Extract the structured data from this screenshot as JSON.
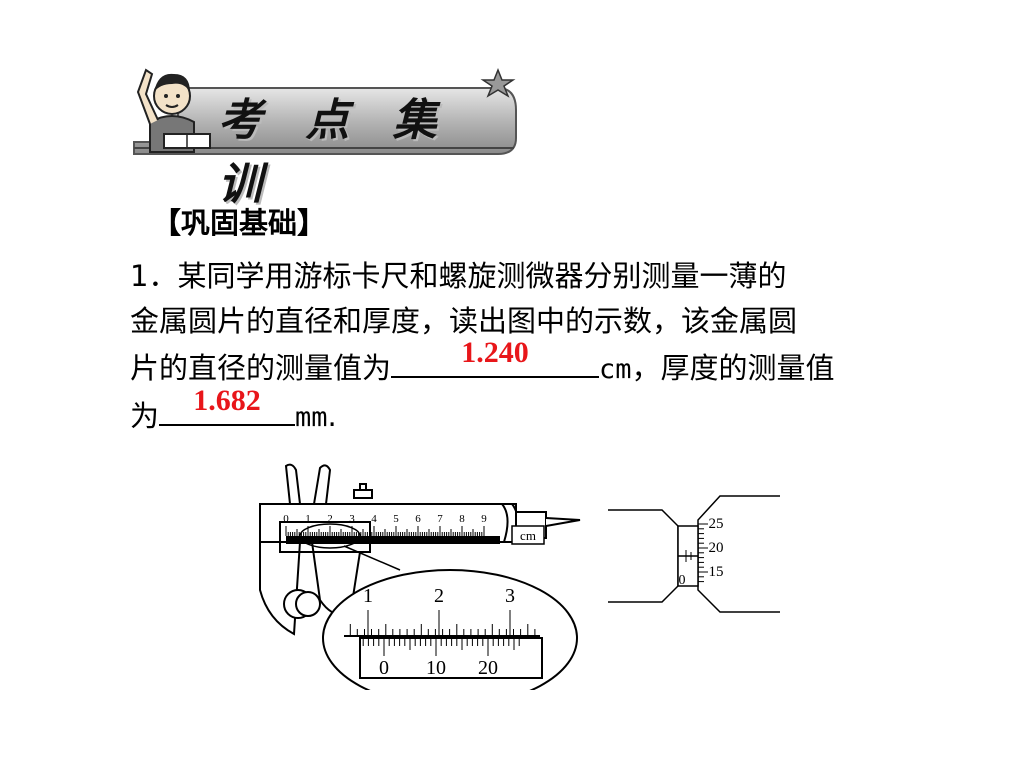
{
  "header": {
    "title": "考 点 集 训"
  },
  "section": {
    "heading": "【巩固基础】"
  },
  "question": {
    "line1": "1．某同学用游标卡尺和螺旋测微器分别测量一薄的",
    "line2": "金属圆片的直径和厚度，读出图中的示数，该金属圆",
    "line3_prefix": "片的直径的测量值为",
    "answer1": "1.240",
    "unit1": "cm",
    "line3_suffix": "，厚度的测量值",
    "line4_prefix": "为",
    "answer2": "1.682",
    "unit2": "mm",
    "line4_suffix": "."
  },
  "caliper": {
    "main_scale_labels": [
      "0",
      "1",
      "2",
      "3",
      "4",
      "5",
      "6",
      "7",
      "8",
      "9"
    ],
    "unit_label": "cm",
    "zoom_main_labels": [
      "1",
      "2",
      "3"
    ],
    "zoom_vernier_labels": [
      "0",
      "10",
      "20"
    ]
  },
  "micrometer": {
    "thimble_labels": [
      "25",
      "20",
      "15"
    ],
    "sleeve_label": "0"
  },
  "colors": {
    "answer": "#e8161a"
  }
}
